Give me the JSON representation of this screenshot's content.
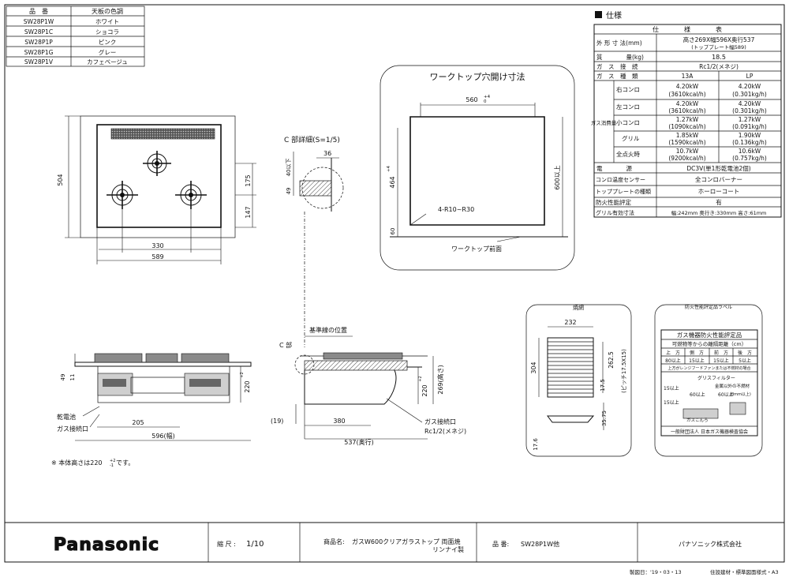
{
  "color_table": {
    "headers": [
      "品　番",
      "天板の色調"
    ],
    "rows": [
      [
        "SW28P1W",
        "ホワイト"
      ],
      [
        "SW28P1C",
        "ショコラ"
      ],
      [
        "SW28P1P",
        "ピンク"
      ],
      [
        "SW28P1G",
        "グレー"
      ],
      [
        "SW28P1V",
        "カフェベージュ"
      ]
    ]
  },
  "specs": {
    "title": "仕様",
    "header": "仕　　　　様　　　　表",
    "outer_label": "外 形 寸 法(mm)",
    "outer_value1": "高さ269X幅596X奥行537",
    "outer_value2": "(トッププレート幅589)",
    "mass_label": "質　　　　量(kg)",
    "mass_value": "18.5",
    "gas_conn_label": "ガ　ス　接　続",
    "gas_conn_value": "Rc1/2(メネジ)",
    "gas_type_label": "ガ　ス　種　類",
    "gas_13a": "13A",
    "gas_lp": "LP",
    "consumption_label": "ガス消費量",
    "consumption": [
      {
        "name": "右コンロ",
        "a1": "4.20kW",
        "a2": "(3610kcal/h)",
        "l1": "4.20kW",
        "l2": "(0.301kg/h)"
      },
      {
        "name": "左コンロ",
        "a1": "4.20kW",
        "a2": "(3610kcal/h)",
        "l1": "4.20kW",
        "l2": "(0.301kg/h)"
      },
      {
        "name": "小コンロ",
        "a1": "1.27kW",
        "a2": "(1090kcal/h)",
        "l1": "1.27kW",
        "l2": "(0.091kg/h)"
      },
      {
        "name": "グリル",
        "a1": "1.85kW",
        "a2": "(1590kcal/h)",
        "l1": "1.90kW",
        "l2": "(0.136kg/h)"
      },
      {
        "name": "全点火時",
        "a1": "10.7kW",
        "a2": "(9200kcal/h)",
        "l1": "10.6kW",
        "l2": "(0.757kg/h)"
      }
    ],
    "power_label": "電　　　　源",
    "power_value": "DC3V(単1形乾電池2個)",
    "sensor_label": "コンロ温度センサー",
    "sensor_value": "全コンロバーナー",
    "plate_label": "トッププレートの種類",
    "plate_value": "ホーローコート",
    "fire_label": "防火性能評定",
    "fire_value": "有",
    "grill_label": "グリル有効寸法",
    "grill_value": "幅:242mm 奥行き:330mm 高さ:61mm"
  },
  "plan": {
    "dims": {
      "d504": "504",
      "d175": "175",
      "d147": "147",
      "d330": "330",
      "d589": "589"
    }
  },
  "c_detail": {
    "title": "C 部詳細(S=1/5)",
    "d40": "40以下",
    "d36": "36",
    "d49": "49"
  },
  "cutout": {
    "title": "ワークトップ穴開け寸法",
    "d560": "560",
    "d560_tol": "+4",
    "d560_tol2": "0",
    "d464": "464",
    "d464_tol": "+4",
    "d464_tol2": "0",
    "d600": "600以上",
    "radius": "4-R10~R30",
    "d60": "60",
    "front": "ワークトップ前面"
  },
  "front_view": {
    "d49": "49",
    "d11": "11",
    "d220": "220",
    "d220_tol": "+2",
    "d220_tol2": "-1",
    "d205": "205",
    "d596": "596(幅)",
    "battery": "乾電池",
    "gas_port": "ガス接続口"
  },
  "side_view": {
    "ref_line": "基準線の位置",
    "c_part": "C 部",
    "d19": "(19)",
    "d380": "380",
    "d537": "537(奥行)",
    "d220": "220",
    "d220_tol": "+2",
    "d220_tol2": "-1",
    "d269": "269(高さ)",
    "gas_port": "ガス接続口",
    "gas_thread": "Rc1/2(メネジ)"
  },
  "note": "※ 本体高さは220",
  "note_tol": "+2",
  "note_tol2": "-1",
  "note_tail": "です。",
  "grate": {
    "title": "焼網",
    "d232": "232",
    "d304": "304",
    "d2625": "262.5",
    "d175": "17.5",
    "pitch": "(ピッチ17.5X15)",
    "d3575": "35.75",
    "d176": "17.6"
  },
  "fire_label_box": {
    "title": "防火性能評定品ラベル",
    "inner_title": "ガス機器防火性能評定品",
    "distance": "可燃物等からの離隔距離（cm）",
    "cols": [
      "上　方",
      "側　方",
      "前　方",
      "後　方"
    ],
    "vals": [
      "80以上",
      "15以上",
      "15以上",
      "5以上"
    ],
    "hood_note": "上方がレンジフードファンまたは不燃材の場合",
    "grease": "グリスフィルター",
    "metal": "金属以外の不燃材",
    "m15a": "15以上",
    "m15b": "15以上",
    "m60a": "60以上",
    "m60b": "60以上",
    "m0": "(0mm以上)",
    "gas_conro": "ガスこんろ",
    "org": "一般財団法人 日本ガス機器検査協会"
  },
  "title_block": {
    "logo": "Panasonic",
    "scale_label": "縮 尺 :",
    "scale_value": "1/10",
    "product_label": "商品名:",
    "product_value": "ガスW600クリアガラストップ 両面焼",
    "maker": "リンナイ製",
    "part_label": "品 番:",
    "part_value": "SW28P1W他",
    "company": "パナソニック株式会社"
  },
  "footer": {
    "date": "製図日：'19・03・13",
    "standard": "住設建材・標準図面様式・A3"
  }
}
